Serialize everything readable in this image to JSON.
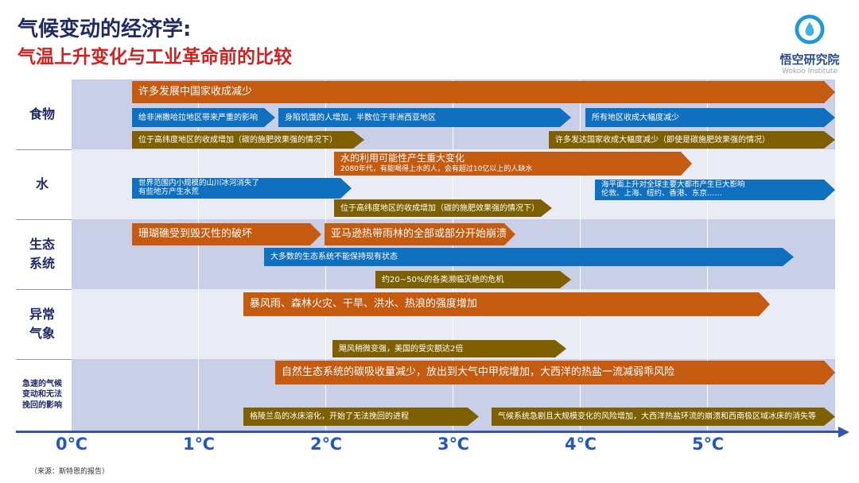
{
  "header": {
    "title": "气候变动的经济学:",
    "subtitle": "气温上升变化与工业革命前的比较"
  },
  "logo": {
    "icon": "water-drop-ring-icon",
    "name": "悟空研究院",
    "name_en": "Wokoo Institute"
  },
  "colors": {
    "orange": "#c55a11",
    "blue": "#0f70c0",
    "olive": "#7f6000",
    "axis": "#3355aa",
    "title": "#1f2a66",
    "subtitle": "#d42020"
  },
  "categories": [
    {
      "label": "食物"
    },
    {
      "label": "水"
    },
    {
      "label": "生态系统"
    },
    {
      "label": "异常气象"
    },
    {
      "label": "急速的气候变动和无法挽回的影响"
    }
  ],
  "arrows": {
    "food_1": "许多发展中国家收成减少",
    "food_2": "给非洲撒哈拉地区带来严重的影响",
    "food_3": "身陷饥饿的人增加，半数位于非洲西亚地区",
    "food_4": "所有地区收成大幅度减少",
    "food_5": "位于高纬度地区的收成增加（碳的施肥效果强的情况下）",
    "food_6": "许多发达国家收成大幅度减少（即使是碳施肥效果强的情况）",
    "water_1_title": "水的利用可能性产生重大变化",
    "water_1_sub": "2080年代，有能喝得上水的人，会有超过10亿以上的人缺水",
    "water_2_line1": "世界范围内小规模的山川冰河消失了",
    "water_2_line2": "有些地方产生水荒",
    "water_3_line1": "海平面上升对全球主要大都市产生巨大影响",
    "water_3_line2": "伦敦、上海、纽约、香港、东京……",
    "water_4": "位于高纬度地区的收成增加（碳的施肥效果强的情况下）",
    "eco_1": "珊瑚礁受到毁灭性的破坏",
    "eco_2": "亚马逊热带雨林的全部或部分开始崩溃",
    "eco_3": "大多数的生态系统不能保持现有状态",
    "eco_4": "约20~50%的各类濒临灭绝的危机",
    "weather_1": "暴风雨、森林火灾、干旱、洪水、热浪的强度增加",
    "weather_2": "飓风稍微变强，美国的受灾额达2倍",
    "abrupt_1": "自然生态系统的碳吸收量减少，放出到大气中甲烷增加，大西洋的热盐一流减弱乖风险",
    "abrupt_2": "格陵兰岛的冰床溶化，开始了无法挽回的进程",
    "abrupt_3": "气候系统急剧且大规模变化的风险增加，大西洋热盐环流的崩溃和西南极区域冰床的消失等"
  },
  "axis": {
    "ticks": [
      "0℃",
      "1℃",
      "2℃",
      "3℃",
      "4℃",
      "5℃"
    ]
  },
  "source": "（来源：斯特恩的报告）"
}
